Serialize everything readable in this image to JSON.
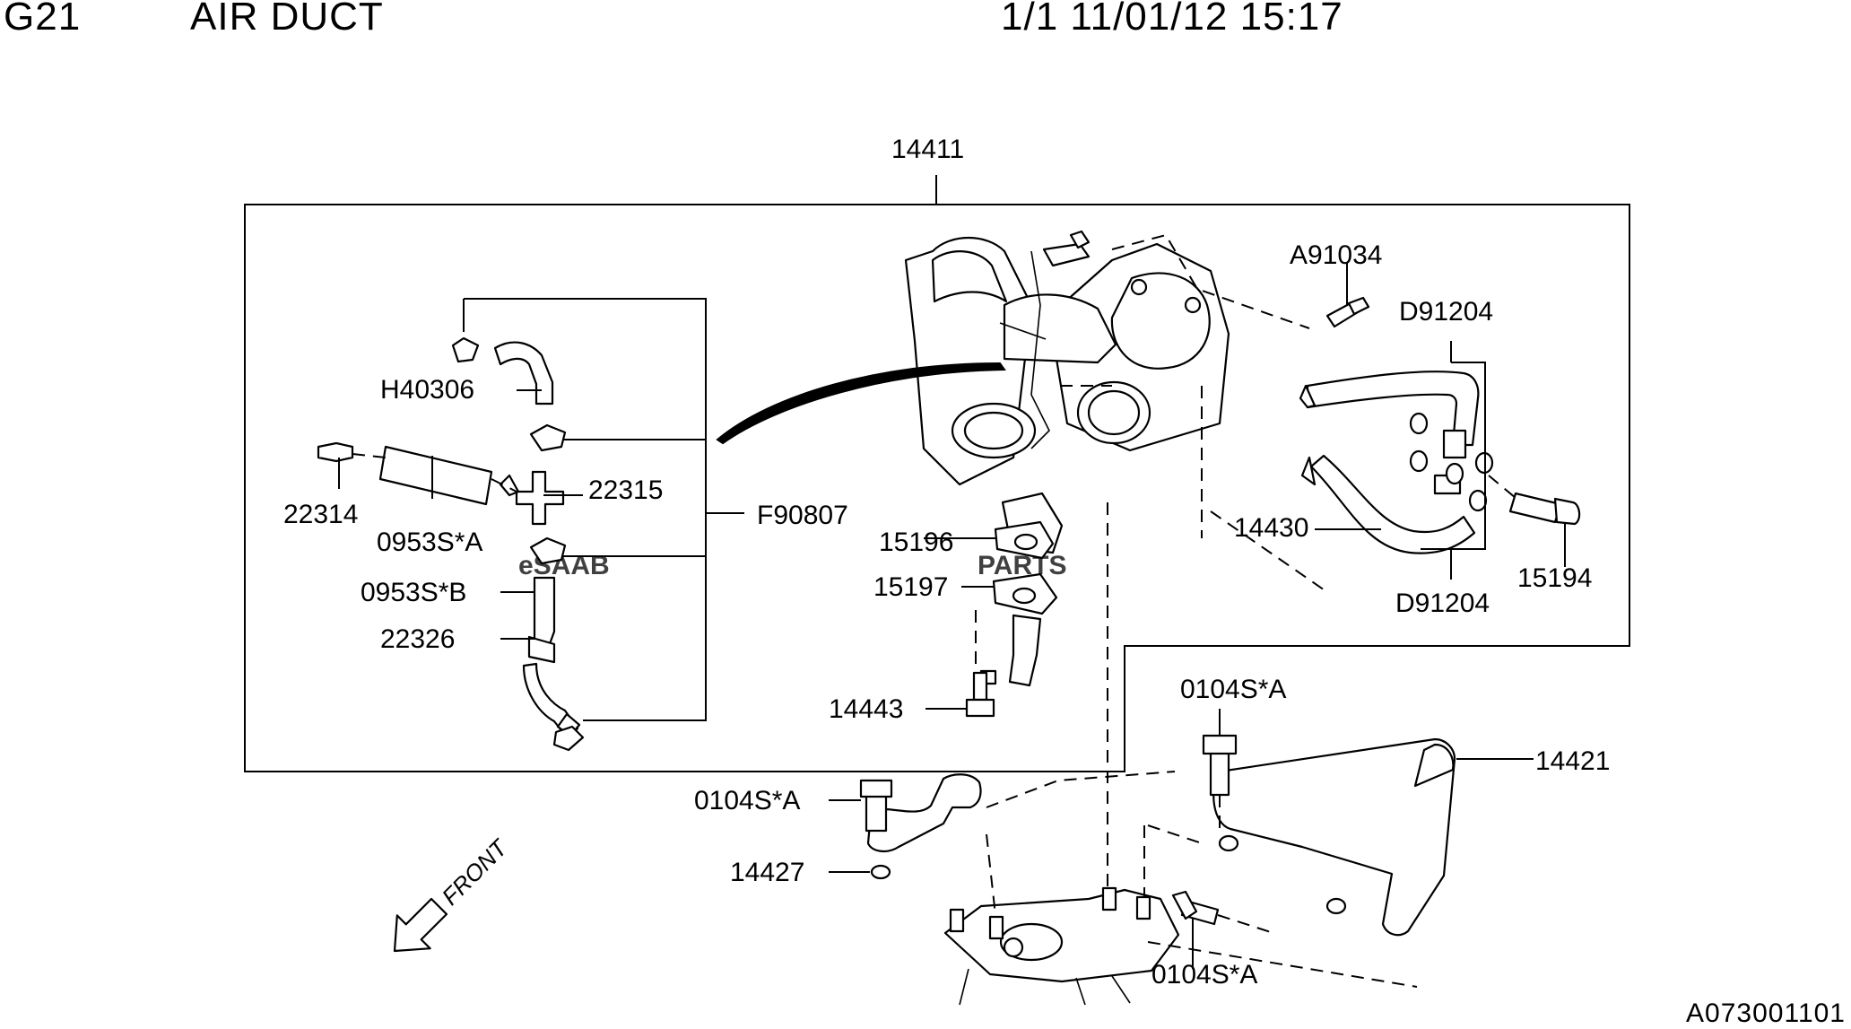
{
  "header": {
    "section_code": "G21",
    "section_title": "AIR DUCT",
    "page_info": "1/1 11/01/12 15:17"
  },
  "watermark": {
    "prefix": "eSAAB",
    "suffix": "PARTS",
    "suffix_color": "#e8898f"
  },
  "front_label": "FRONT",
  "labels": {
    "l14411": "14411",
    "lA91034": "A91034",
    "lD91204a": "D91204",
    "lH40306": "H40306",
    "l22315": "22315",
    "l22314": "22314",
    "lF90807": "F90807",
    "l0953SA": "0953S*A",
    "l15196": "15196",
    "l14430": "14430",
    "l0953SB": "0953S*B",
    "l15197": "15197",
    "l15194": "15194",
    "lD91204b": "D91204",
    "l22326": "22326",
    "l0104SA1": "0104S*A",
    "l14443": "14443",
    "l14421": "14421",
    "l0104SA2": "0104S*A",
    "l14427": "14427",
    "l0104SA3": "0104S*A"
  },
  "footer": {
    "diagram_id": "A073001101"
  }
}
